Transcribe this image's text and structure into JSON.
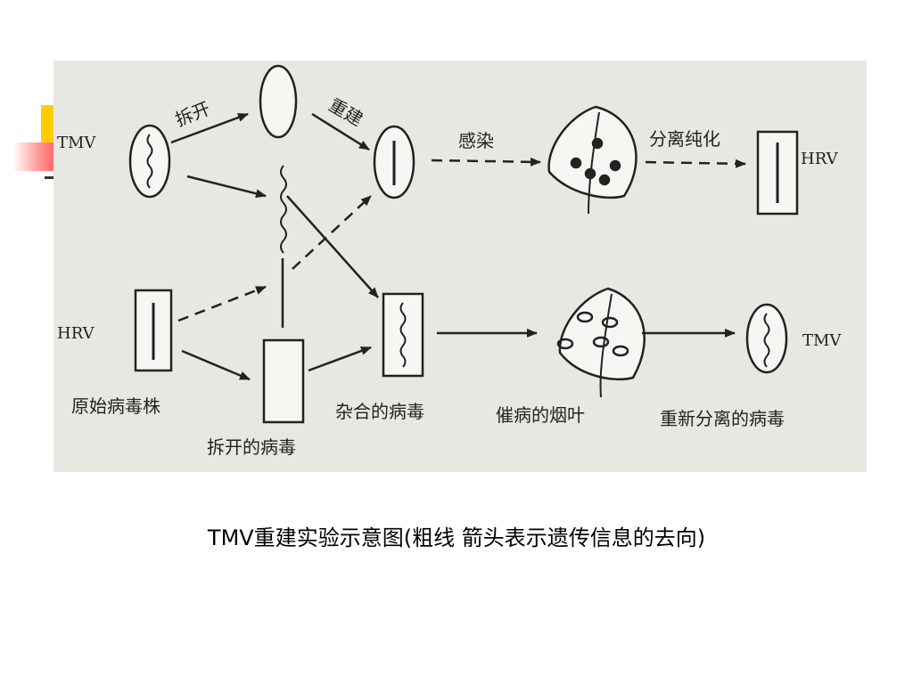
{
  "labels": {
    "tmv_left": "TMV",
    "hrv_left": "HRV",
    "separate": "拆开",
    "rebuild": "重建",
    "infect": "感染",
    "purify": "分离纯化",
    "hrv_right": "HRV",
    "tmv_right": "TMV",
    "original_strain": "原始病毒株",
    "separated_virus": "拆开的病毒",
    "hybrid_virus": "杂合的病毒",
    "infected_leaf": "催病的烟叶",
    "reisolated_virus": "重新分离的病毒"
  },
  "caption": "TMV重建实验示意图(粗线 箭头表示遗传信息的去向)"
}
